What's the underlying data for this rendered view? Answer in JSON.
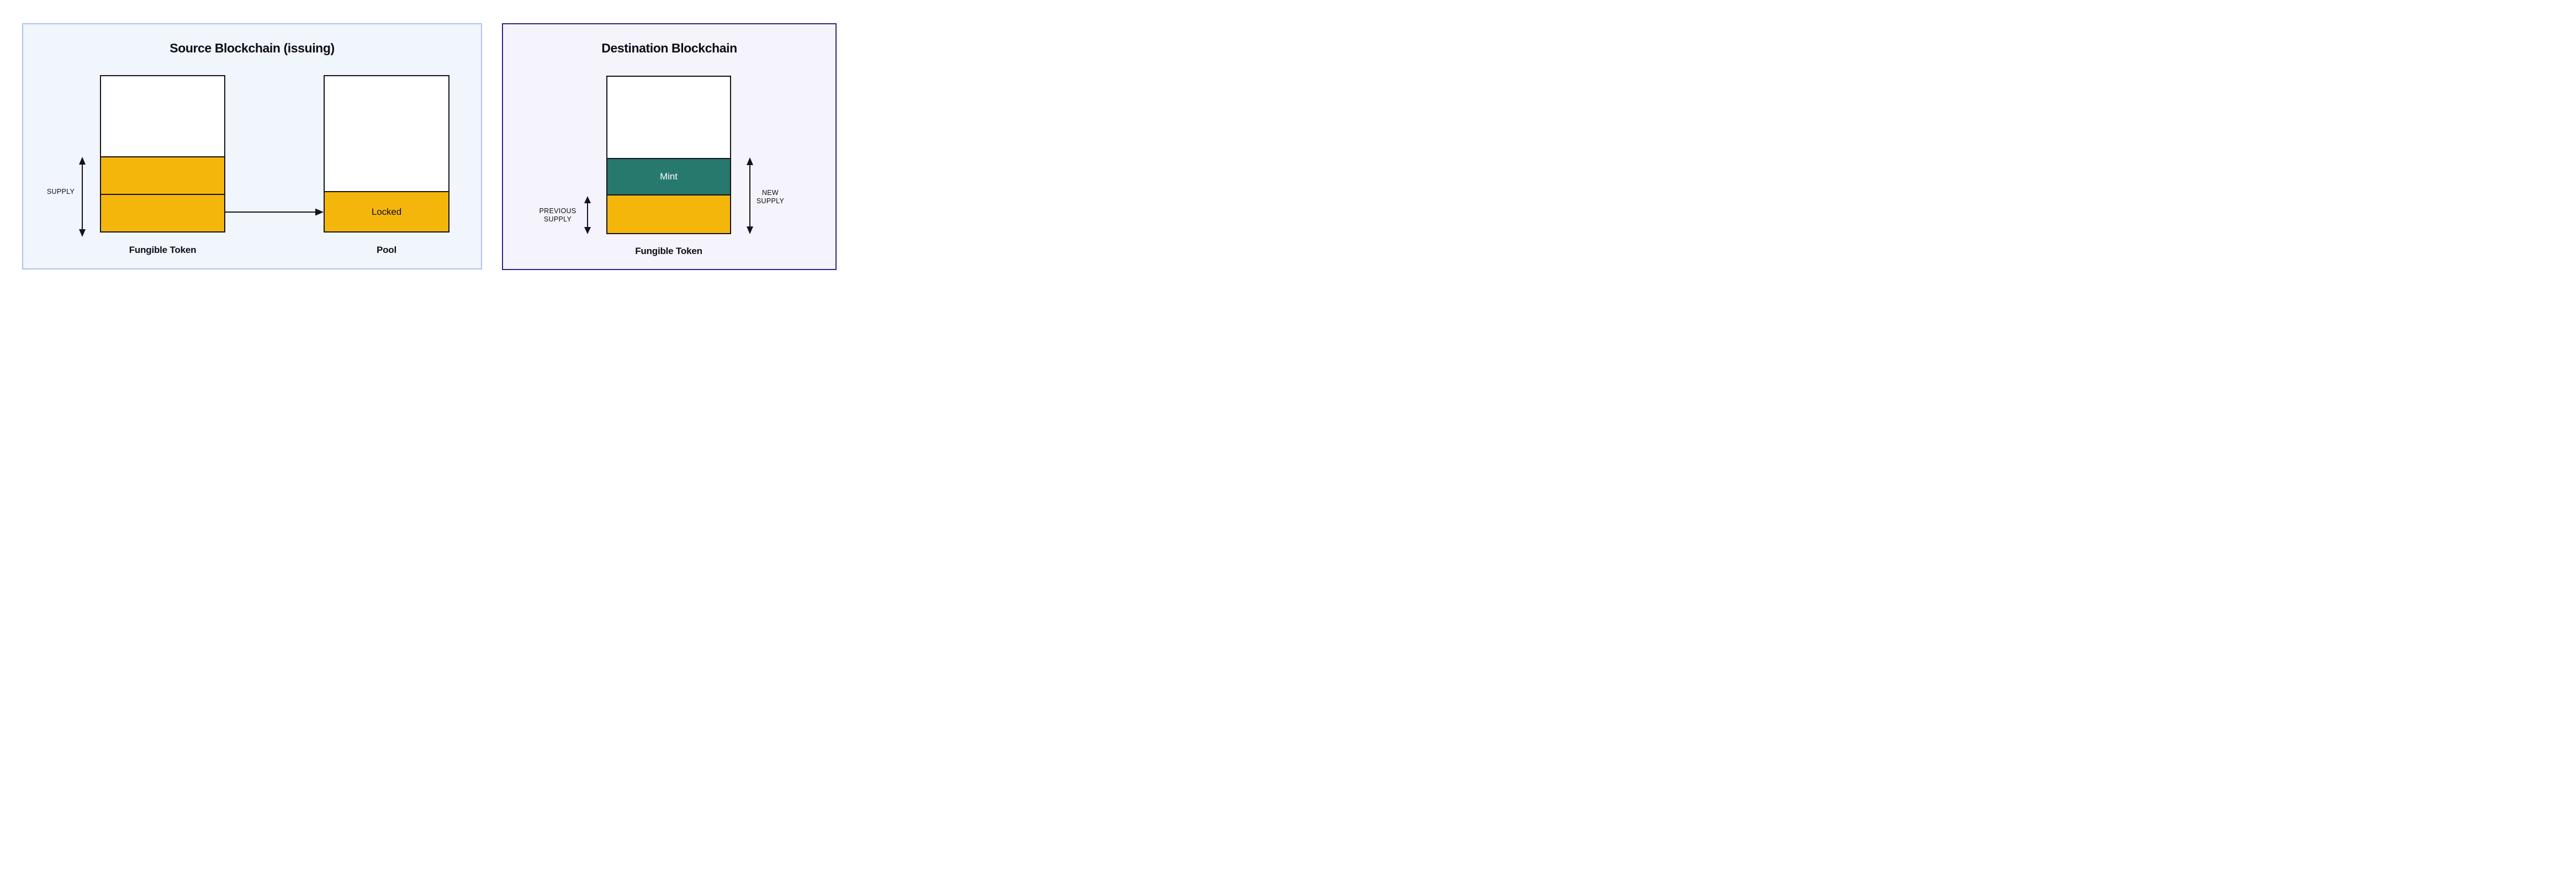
{
  "source": {
    "title": "Source Blockchain (issuing)",
    "supply_label": "SUPPLY",
    "token_label": "Fungible Token",
    "pool_label": "Pool",
    "locked_label": "Locked"
  },
  "destination": {
    "title": "Destination Blockchain",
    "previous_supply_label": "PREVIOUS SUPPLY",
    "new_supply_label": "NEW SUPPLY",
    "mint_label": "Mint",
    "token_label": "Fungible Token"
  },
  "colors": {
    "source_panel_bg": "#F1F5FC",
    "source_panel_border": "#AFC2EE",
    "dest_panel_bg": "#F5F3FB",
    "dest_panel_border": "#342380",
    "token_yellow": "#F5B60C",
    "mint_teal": "#26796C",
    "box_border": "#13131D",
    "text_dark": "#0D0D15",
    "mint_text": "#FFFFFF"
  }
}
